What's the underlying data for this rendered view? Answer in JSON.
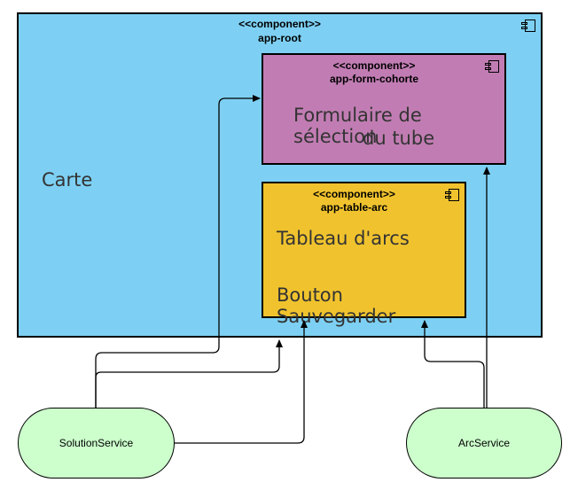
{
  "colors": {
    "root_fill": "#7dd0f3",
    "form_fill": "#c17db3",
    "table_fill": "#f0c32e",
    "service_fill": "#ccffcc",
    "stroke": "#000000"
  },
  "components": {
    "root": {
      "stereotype": "<<component>>",
      "name": "app-root",
      "label": "Carte",
      "icon": "component-icon"
    },
    "form": {
      "stereotype": "<<component>>",
      "name": "app-form-cohorte",
      "label_line1": "Formulaire de sélection",
      "label_line2": "du tube",
      "icon": "component-icon"
    },
    "table": {
      "stereotype": "<<component>>",
      "name": "app-table-arc",
      "label_line1": "Tableau d'arcs",
      "label_line2": "Bouton Sauvegarder",
      "icon": "component-icon"
    }
  },
  "services": {
    "solution": {
      "label": "SolutionService"
    },
    "arc": {
      "label": "ArcService"
    }
  },
  "connectors": [
    {
      "from": "SolutionService",
      "to": "app-form-cohorte"
    },
    {
      "from": "SolutionService",
      "to": "app-root"
    },
    {
      "from": "SolutionService",
      "to": "app-table-arc"
    },
    {
      "from": "ArcService",
      "to": "app-table-arc"
    },
    {
      "from": "ArcService",
      "to": "app-form-cohorte"
    }
  ]
}
